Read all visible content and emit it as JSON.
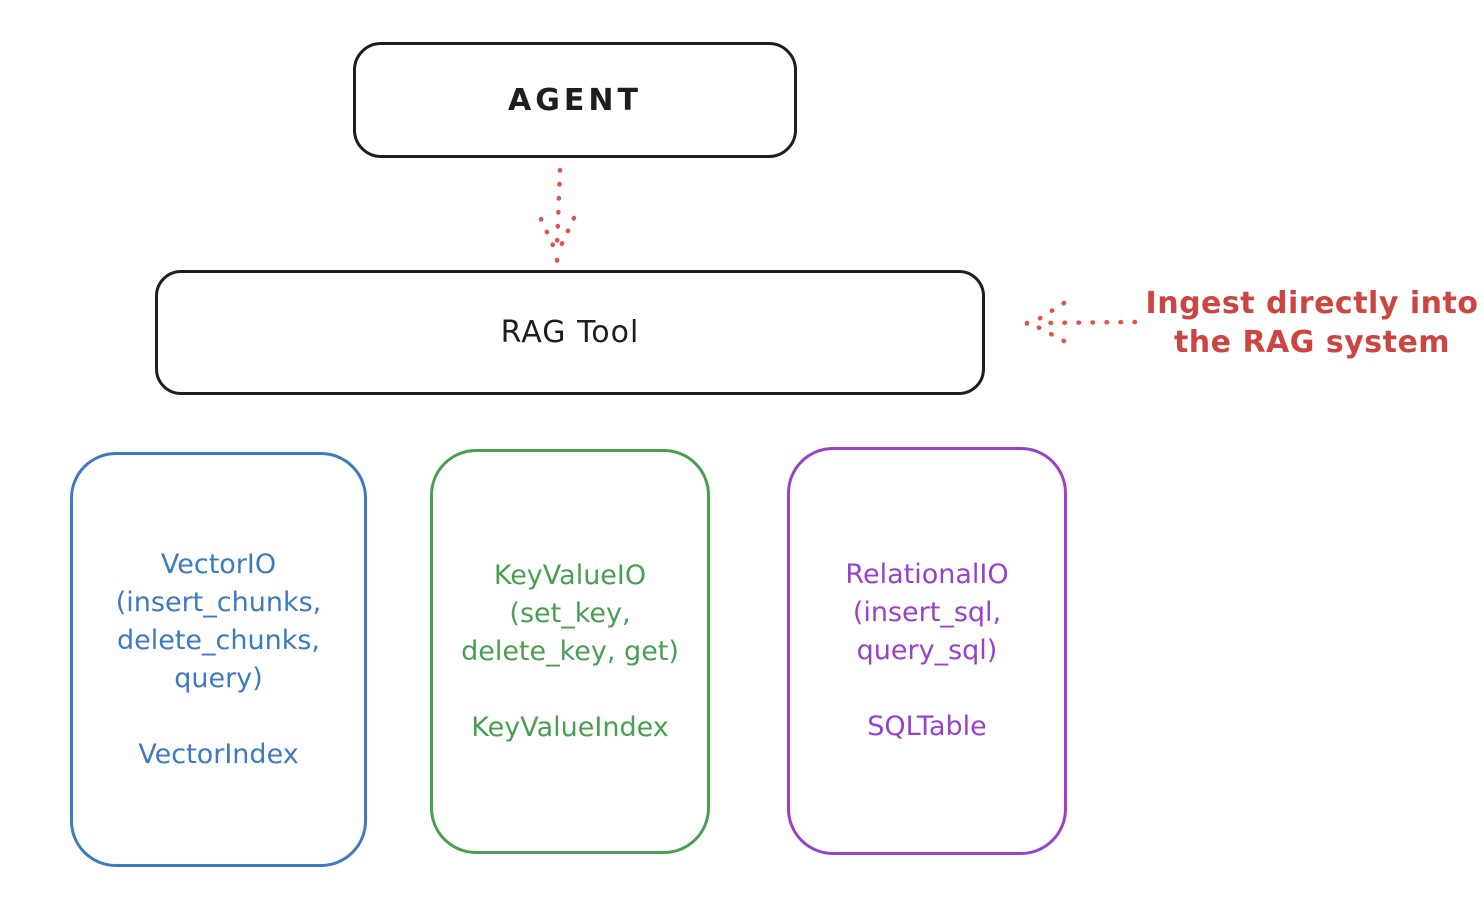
{
  "colors": {
    "ink": "#1e1e1e",
    "arrow_red": "#e0544a",
    "annotation_red": "#cc4540",
    "vector_blue": "#3d7ac1",
    "keyvalue_green": "#4a9e52",
    "relational_purple": "#9a41cc",
    "background": "#ffffff"
  },
  "nodes": {
    "agent": {
      "label": "AGENT"
    },
    "rag_tool": {
      "label": "RAG Tool"
    },
    "vector_io": {
      "lines": [
        "VectorIO",
        "(insert_chunks,",
        "delete_chunks,",
        "query)"
      ],
      "index": "VectorIndex",
      "color": "#3d7ac1"
    },
    "key_value_io": {
      "lines": [
        "KeyValueIO",
        "(set_key,",
        "delete_key, get)"
      ],
      "index": "KeyValueIndex",
      "color": "#4a9e52"
    },
    "relational_io": {
      "lines": [
        "RelationalIO",
        "(insert_sql,",
        "query_sql)"
      ],
      "index": "SQLTable",
      "color": "#9a41cc"
    }
  },
  "annotation": {
    "lines": [
      "Ingest directly into",
      "the RAG system"
    ],
    "color": "#cc4540"
  },
  "edges": [
    {
      "from": "agent",
      "to": "rag_tool",
      "style": "dotted",
      "color": "#e0544a"
    },
    {
      "from": "annotation",
      "to": "rag_tool",
      "style": "dotted",
      "color": "#e0544a"
    }
  ]
}
